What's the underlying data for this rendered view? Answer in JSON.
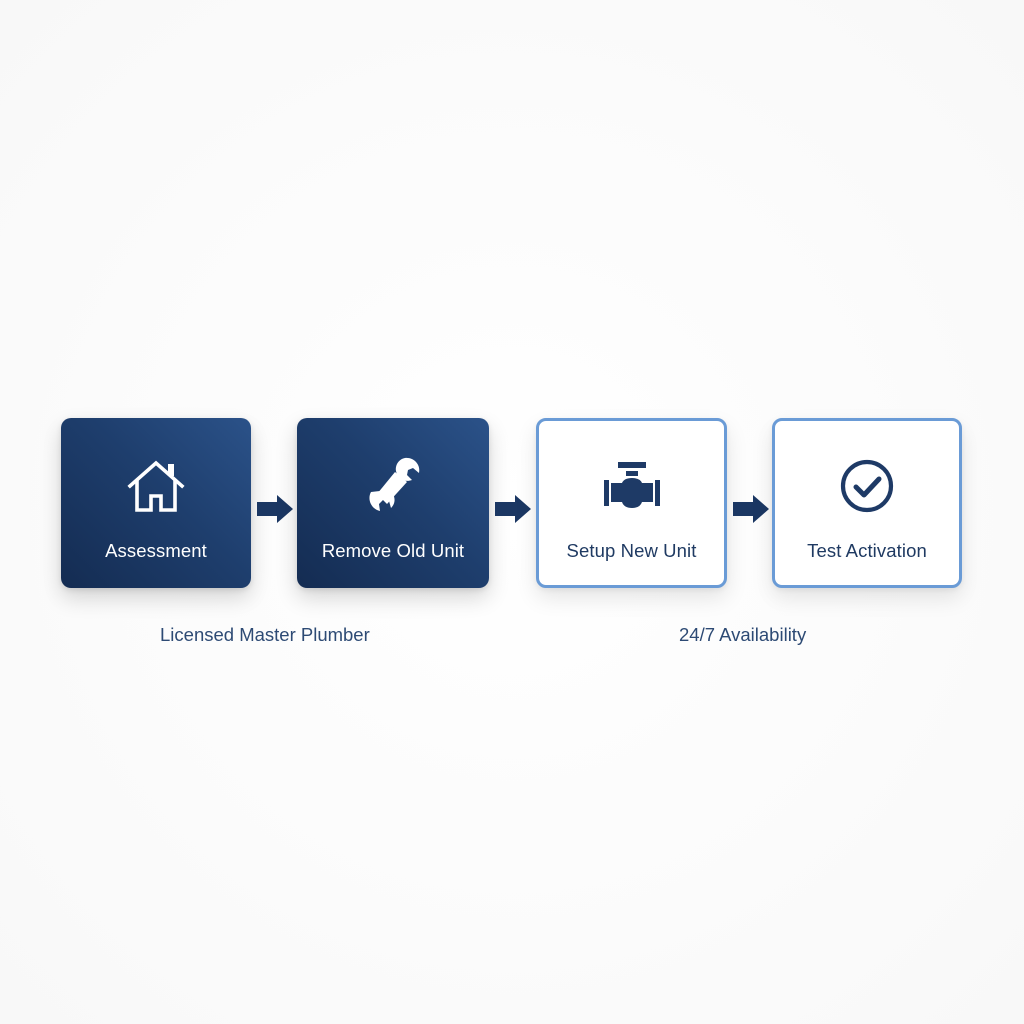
{
  "diagram": {
    "type": "process-flow",
    "colors": {
      "filled_dark": "#142c52",
      "filled_light": "#2b5289",
      "outline": "#6a9bd6",
      "arrow": "#1b3763",
      "icon_dark": "#1e3a66",
      "text_dark": "#1f3a62",
      "caption": "#2d4a74"
    },
    "steps": [
      {
        "label": "Assessment",
        "icon": "house-icon",
        "style": "filled"
      },
      {
        "label": "Remove Old Unit",
        "icon": "wrench-icon",
        "style": "filled"
      },
      {
        "label": "Setup New Unit",
        "icon": "pipe-valve-icon",
        "style": "outlined"
      },
      {
        "label": "Test Activation",
        "icon": "check-circle-icon",
        "style": "outlined"
      }
    ],
    "arrows": [
      {
        "from": "Assessment",
        "to": "Remove Old Unit",
        "icon": "arrow-right-icon"
      },
      {
        "from": "Remove Old Unit",
        "to": "Setup New Unit",
        "icon": "arrow-right-icon"
      },
      {
        "from": "Setup New Unit",
        "to": "Test Activation",
        "icon": "arrow-right-icon"
      }
    ],
    "captions": [
      {
        "text": "Licensed Master Plumber"
      },
      {
        "text": "24/7 Availability"
      }
    ]
  }
}
